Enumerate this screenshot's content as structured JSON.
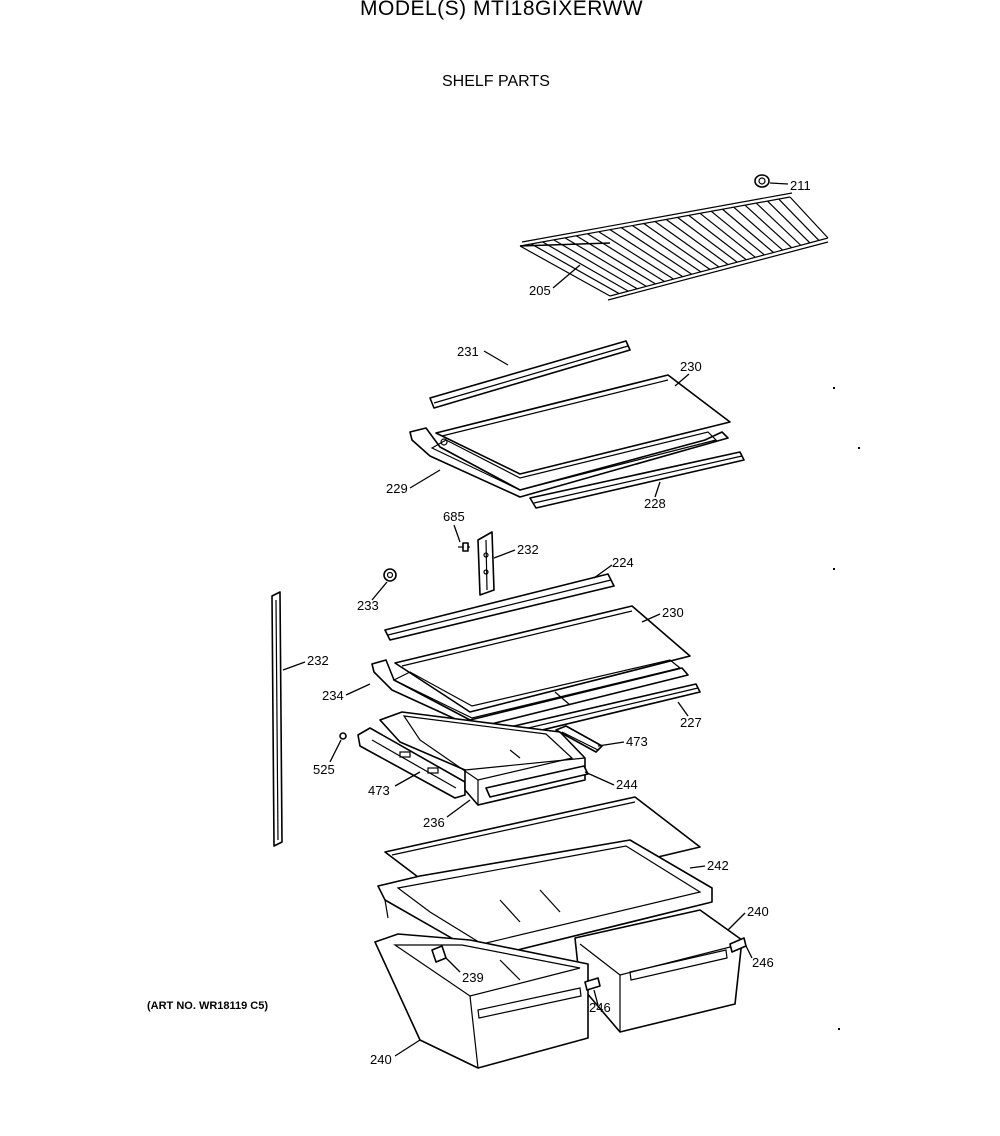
{
  "header": {
    "model": "MODEL(S) MTI18GIXERWW",
    "section": "SHELF PARTS"
  },
  "art_number": "(ART NO. WR18119 C5)",
  "parts": {
    "p205": "205",
    "p211": "211",
    "p231": "231",
    "p230a": "230",
    "p229": "229",
    "p228": "228",
    "p685": "685",
    "p232a": "232",
    "p224": "224",
    "p233": "233",
    "p230b": "230",
    "p232b": "232",
    "p234": "234",
    "p227": "227",
    "p473a": "473",
    "p525": "525",
    "p473b": "473",
    "p244": "244",
    "p236": "236",
    "p242": "242",
    "p240a": "240",
    "p246a": "246",
    "p239": "239",
    "p246b": "246",
    "p240b": "240"
  }
}
